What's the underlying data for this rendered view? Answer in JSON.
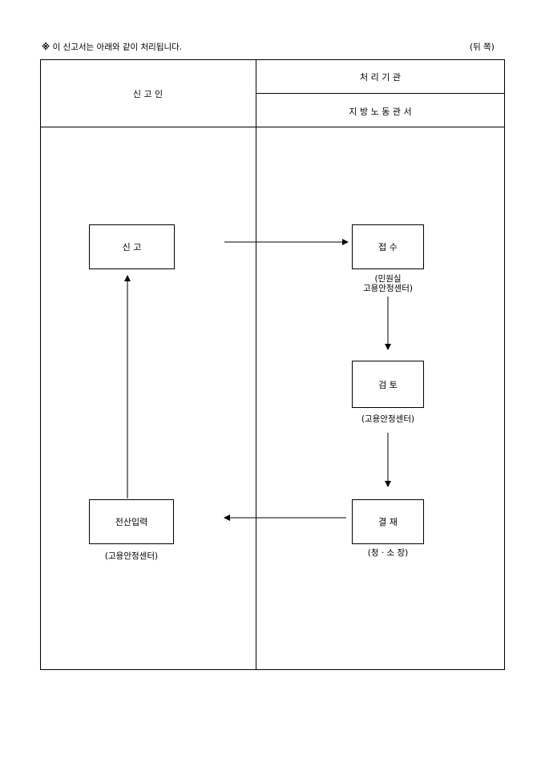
{
  "header_note": {
    "mark": "※",
    "text": "이 신고서는 아래와 같이 처리됩니다."
  },
  "page_side": "(뒤 쪽)",
  "table": {
    "left_header": "신  고  인",
    "right_header_top": "처    리    기    관",
    "right_header_bottom": "지 방 노 동 관 서"
  },
  "boxes": {
    "report": "신    고",
    "receipt": "접    수",
    "receipt_sub_line1": "(민원실",
    "receipt_sub_line2": "고용안정센터)",
    "review": "검    토",
    "review_sub": "(고용안정센터)",
    "approval": "결     재",
    "approval_sub": "(청 · 소 장)",
    "data_entry": "전산입력",
    "data_entry_sub": "(고용안정센터)"
  }
}
